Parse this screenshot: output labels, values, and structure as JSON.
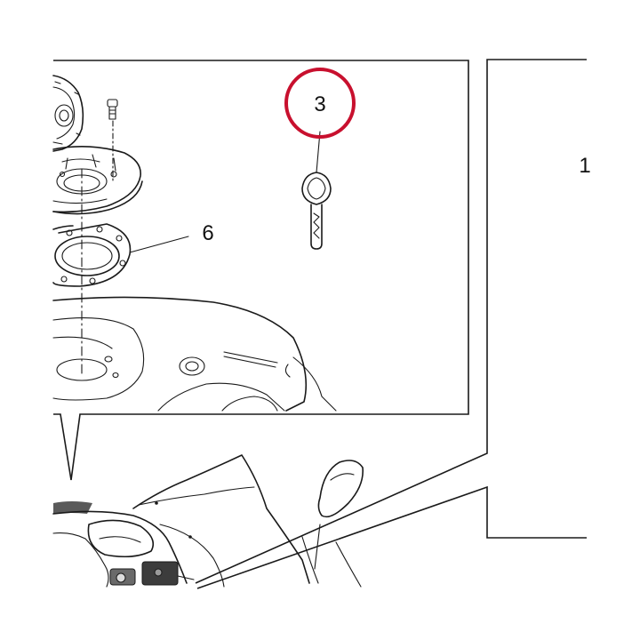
{
  "callouts": {
    "key_number": "3",
    "gasket_number": "6",
    "side_number": "1"
  },
  "highlight": {
    "color": "#c8102e"
  },
  "icons": {
    "key": "key-icon",
    "screw": "screw-icon"
  }
}
